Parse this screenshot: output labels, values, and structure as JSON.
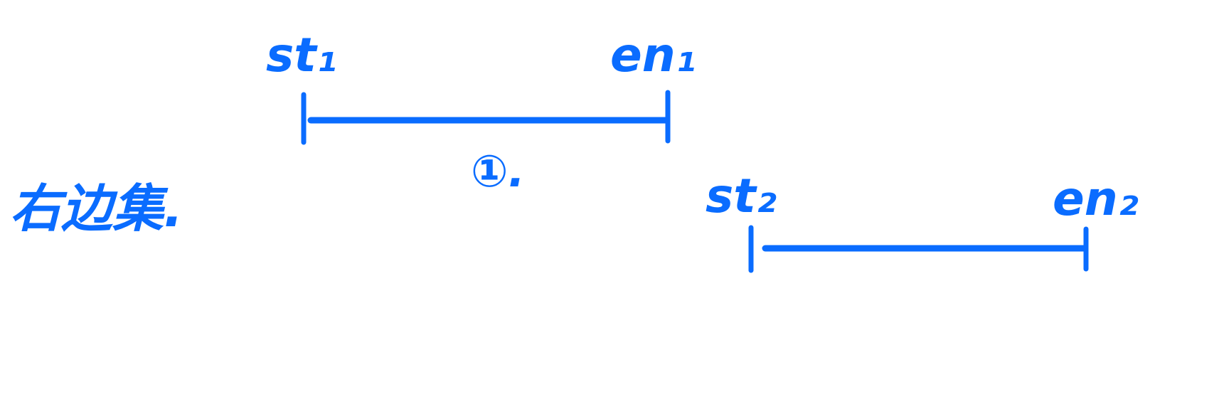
{
  "side_note": "右边集.",
  "interval_1": {
    "start_label": "st₁",
    "end_label": "en₁",
    "under_label": "①."
  },
  "interval_2": {
    "start_label": "st₂",
    "end_label": "en₂"
  },
  "ink_color": "#0a6cff"
}
